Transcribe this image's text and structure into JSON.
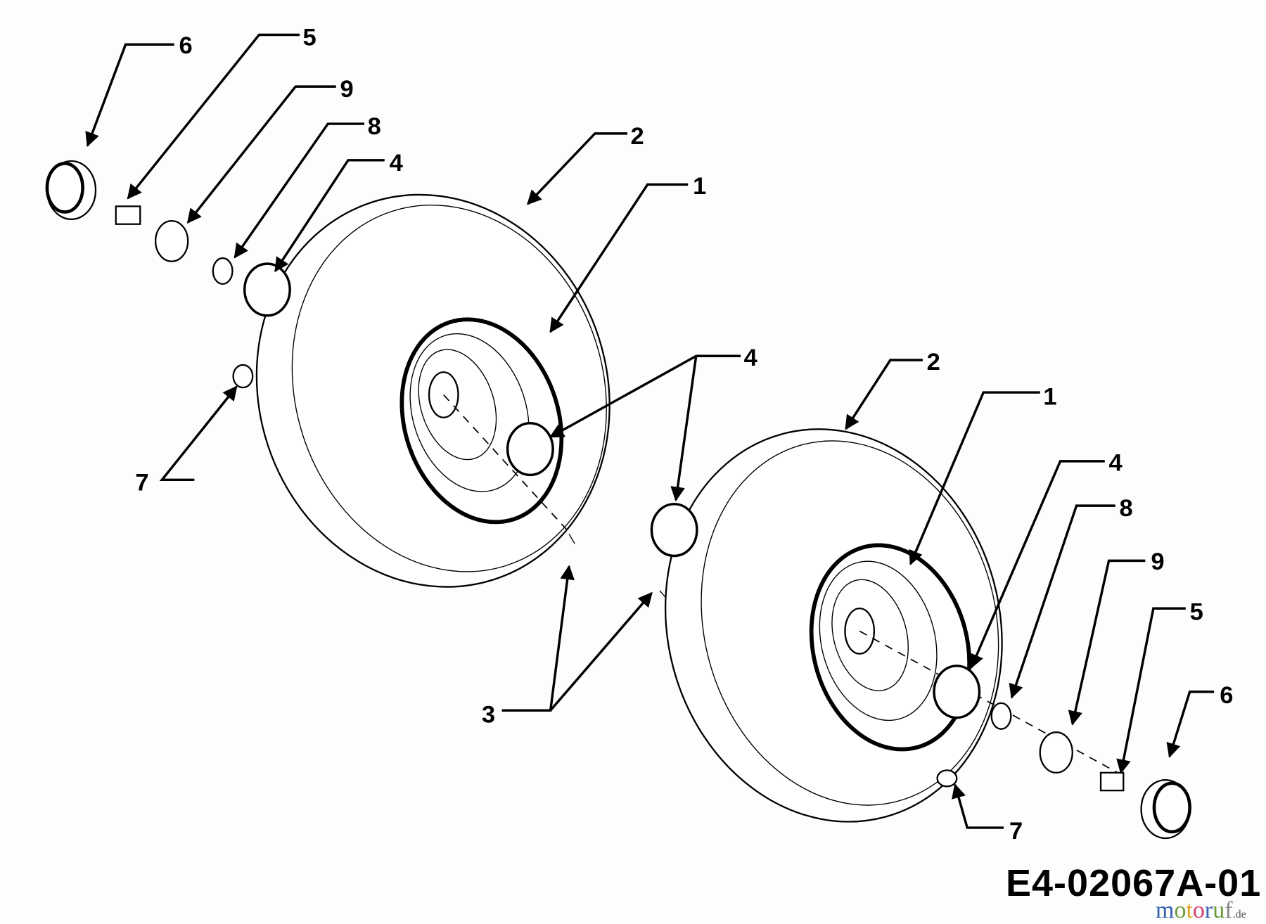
{
  "diagram": {
    "code": "E4-02067A-01",
    "watermark": "motoruf.de",
    "callouts": {
      "l6": "6",
      "l5": "5",
      "l9": "9",
      "l8": "8",
      "l4": "4",
      "l2": "2",
      "l1": "1",
      "m4": "4",
      "l7": "7",
      "m3": "3",
      "r2": "2",
      "r1": "1",
      "r4": "4",
      "r8": "8",
      "r9": "9",
      "r5": "5",
      "r6": "6",
      "r7": "7"
    },
    "watermark_colors": [
      "#3a5fb0",
      "#6a9a3a",
      "#e0a020",
      "#d04070",
      "#3a5fb0",
      "#6a9a3a",
      "#888888"
    ]
  }
}
